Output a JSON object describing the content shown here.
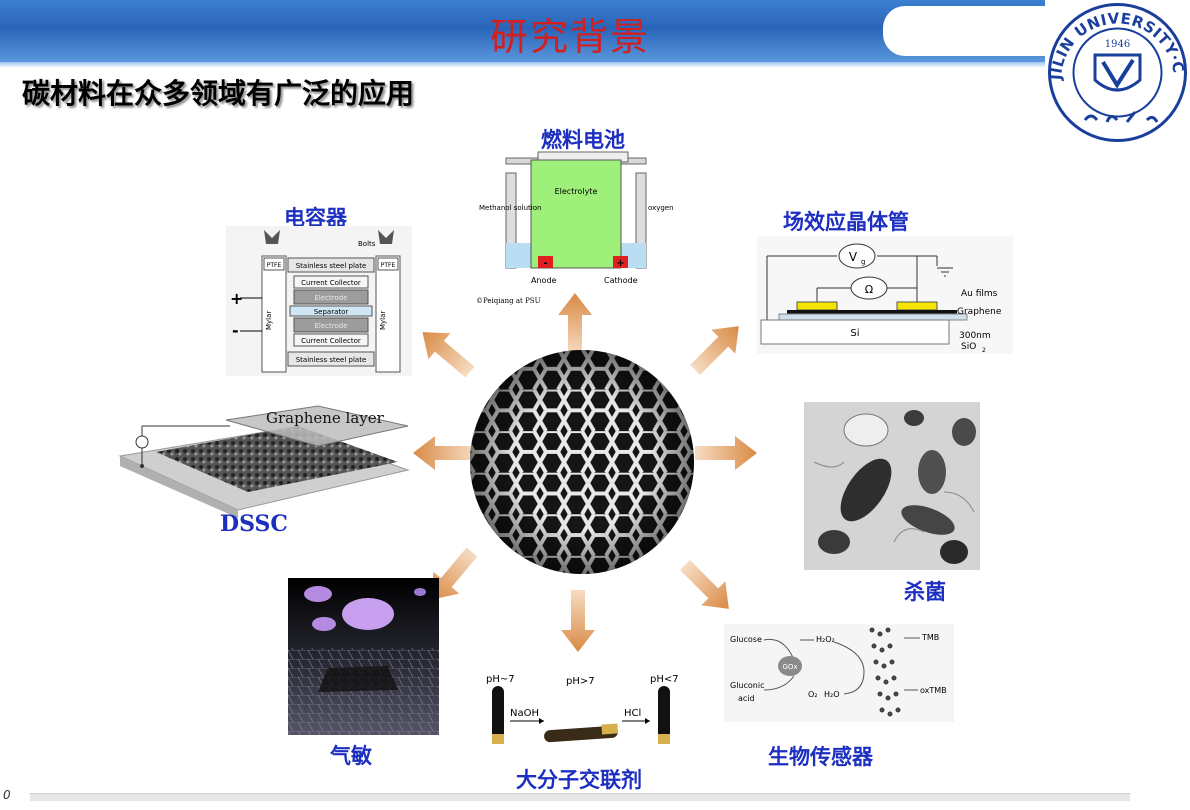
{
  "slide": {
    "title": "研究背景",
    "subtitle": "碳材料在众多领域有广泛的应用",
    "page_number": "0"
  },
  "logo": {
    "text": "JILIN UNIVERSITY·CHINA",
    "year": "1946",
    "icon": "university-seal-icon"
  },
  "colors": {
    "title_red": "#d02020",
    "label_blue": "#1c2fc0",
    "header_blue": "#2a64b8",
    "arrow_orange": "#e0a46a"
  },
  "center": {
    "icon": "graphene-lattice-icon"
  },
  "applications": {
    "fuel_cell": {
      "label": "燃料电池",
      "methanol": "Methanol solution",
      "electrolyte": "Electrolyte",
      "oxygen": "oxygen (air)",
      "anode": "Anode",
      "cathode": "Cathode",
      "minus": "-",
      "plus": "+",
      "credit": "©Peiqiang at PSU"
    },
    "capacitor": {
      "label": "电容器",
      "bolts": "Bolts",
      "ptfe": "PTFE",
      "mylar": "Mylar",
      "plus": "+",
      "minus": "-",
      "layers": [
        "Stainless steel plate",
        "Current Collector",
        "Electrode",
        "Separator",
        "Electrode",
        "Current Collector",
        "Stainless steel plate"
      ]
    },
    "fet": {
      "label": "场效应晶体管",
      "vg": "V",
      "vg_sub": "g",
      "ohm": "Ω",
      "au_films": "Au films",
      "graphene": "Graphene",
      "si": "Si",
      "sio2_a": "300nm",
      "sio2_b": "SiO",
      "sio2_sub": "2"
    },
    "dssc": {
      "label": "DSSC",
      "graphene_layer": "Graphene layer"
    },
    "antibacterial": {
      "label": "杀菌"
    },
    "gas_sensor": {
      "label": "气敏"
    },
    "crosslink": {
      "label": "大分子交联剂",
      "ph1": "pH~7",
      "ph2": "pH>7",
      "ph3": "pH<7",
      "naoh": "NaOH",
      "hcl": "HCl"
    },
    "biosensor": {
      "label": "生物传感器",
      "glucose": "Glucose",
      "h2o2": "H₂O₂",
      "gox": "GOx",
      "gluconic_a": "Gluconic",
      "gluconic_b": "acid",
      "o2": "O₂",
      "h2o": "H₂O",
      "tmb": "TMB",
      "oxtmb": "oxTMB"
    }
  }
}
